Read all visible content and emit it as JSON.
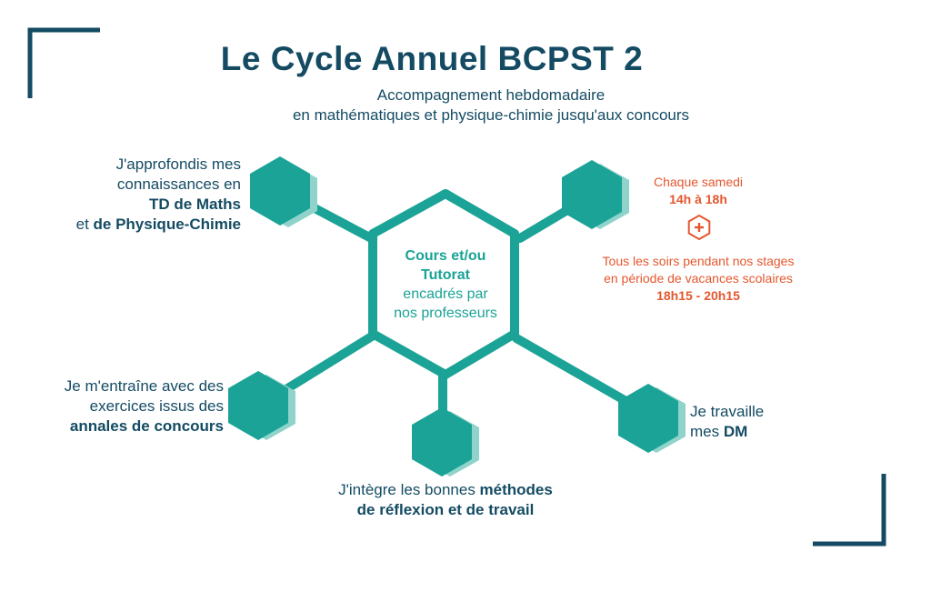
{
  "header": {
    "title": "Le Cycle Annuel BCPST 2",
    "subtitle_line1": "Accompagnement hebdomadaire",
    "subtitle_line2": "en mathématiques et physique-chimie jusqu'aux concours"
  },
  "center": {
    "line1": "Cours et/ou",
    "line2": "Tutorat",
    "line3": "encadrés par",
    "line4": "nos professeurs"
  },
  "nodes": {
    "top_left": {
      "line1": "J'approfondis mes",
      "line2": "connaissances en",
      "line3_bold": "TD de Maths",
      "line4_pre": "et ",
      "line4_bold": "de Physique-Chimie"
    },
    "mid_left": {
      "line1": "Je m'entraîne avec des",
      "line2": "exercices issus des",
      "line3_bold": "annales de concours"
    },
    "bottom": {
      "line1_pre": "J'intègre les bonnes ",
      "line1_bold": "méthodes",
      "line2_bold": "de réflexion et de travail"
    },
    "bottom_right": {
      "line1": "Je travaille",
      "line2_pre": "mes ",
      "line2_bold": "DM"
    }
  },
  "schedule": {
    "saturday": "Chaque samedi",
    "saturday_hours": "14h à 18h",
    "holidays_line1": "Tous les soirs pendant nos stages",
    "holidays_line2": "en période de vacances scolaires",
    "holidays_hours": "18h15 - 20h15",
    "plus_icon": "plus"
  },
  "colors": {
    "teal": "#1aa396",
    "teal_light": "#8fd3cb",
    "navy": "#144b63",
    "orange": "#e4572e"
  }
}
